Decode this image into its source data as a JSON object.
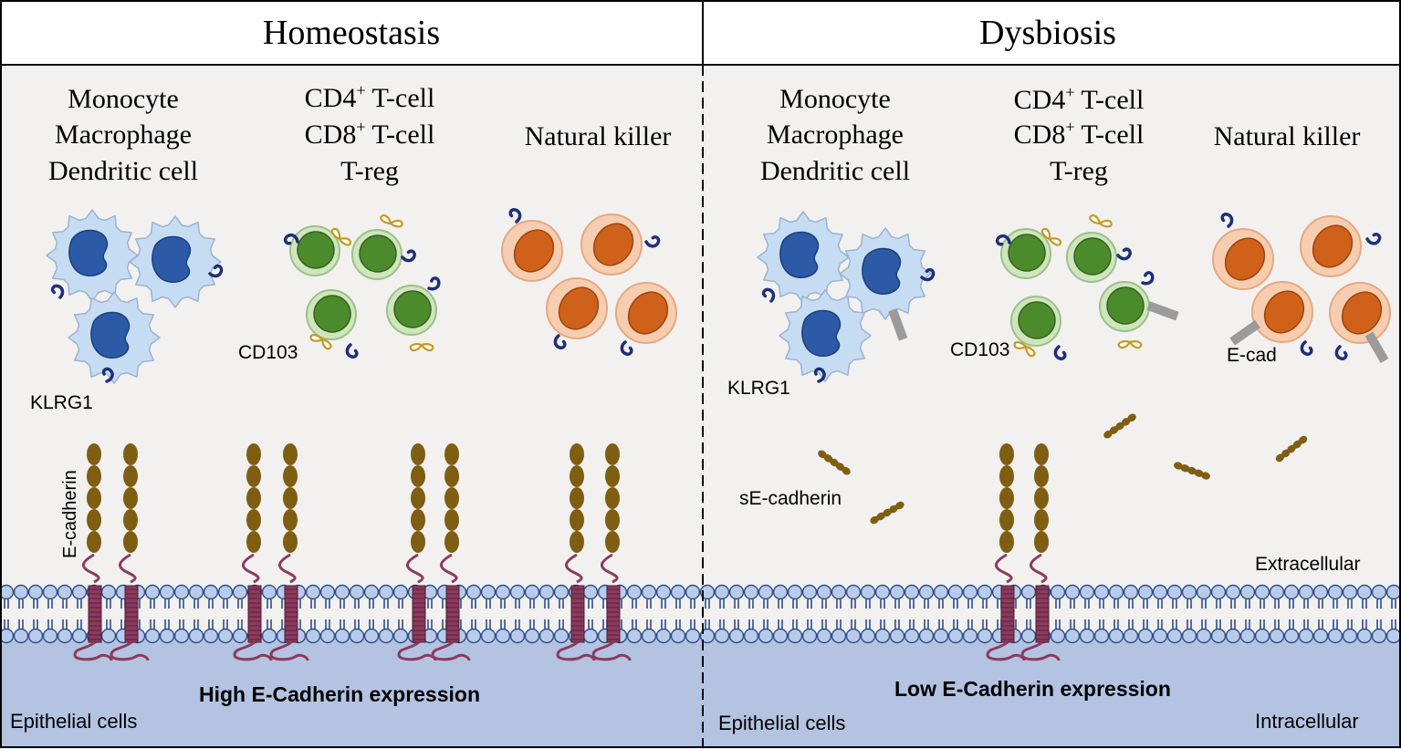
{
  "panels": {
    "left": {
      "title": "Homeostasis",
      "expression": "High E-Cadherin expression",
      "epithelial": "Epithelial cells"
    },
    "right": {
      "title": "Dysbiosis",
      "expression": "Low E-Cadherin expression",
      "epithelial": "Epithelial cells",
      "extracellular": "Extracellular",
      "intracellular": "Intracellular"
    }
  },
  "cell_groups": {
    "myeloid": [
      "Monocyte",
      "Macrophage",
      "Dendritic cell"
    ],
    "tcell": {
      "cd4": "CD4",
      "cd8": "CD8",
      "sup": "+",
      "suffix": " T-cell",
      "treg": "T-reg"
    },
    "nk": "Natural killer"
  },
  "labels": {
    "klrg1": "KLRG1",
    "cd103": "CD103",
    "ecad_short": "E-cad",
    "ecadherin": "E-cadherin",
    "secadherin": "sE-cadherin"
  },
  "colors": {
    "background": "#f2f1f0",
    "membrane_head": "#b8cbea",
    "membrane_stroke": "#2e4c86",
    "intracellular": "#b3c3e1",
    "ecadherin_bead": "#7f5e12",
    "ecadherin_tm": "#8b3a5e",
    "myeloid_body": "#c6dcf2",
    "myeloid_nucleus": "#2c5aa6",
    "tcell_body": "#cfe6bd",
    "tcell_nucleus": "#4c8b2b",
    "nk_body": "#f7cdb0",
    "nk_nucleus": "#cf611a",
    "klrg1": "#1e2f78",
    "cd103": "#c69a1f",
    "ecad_receptor": "#9b9b9b"
  }
}
